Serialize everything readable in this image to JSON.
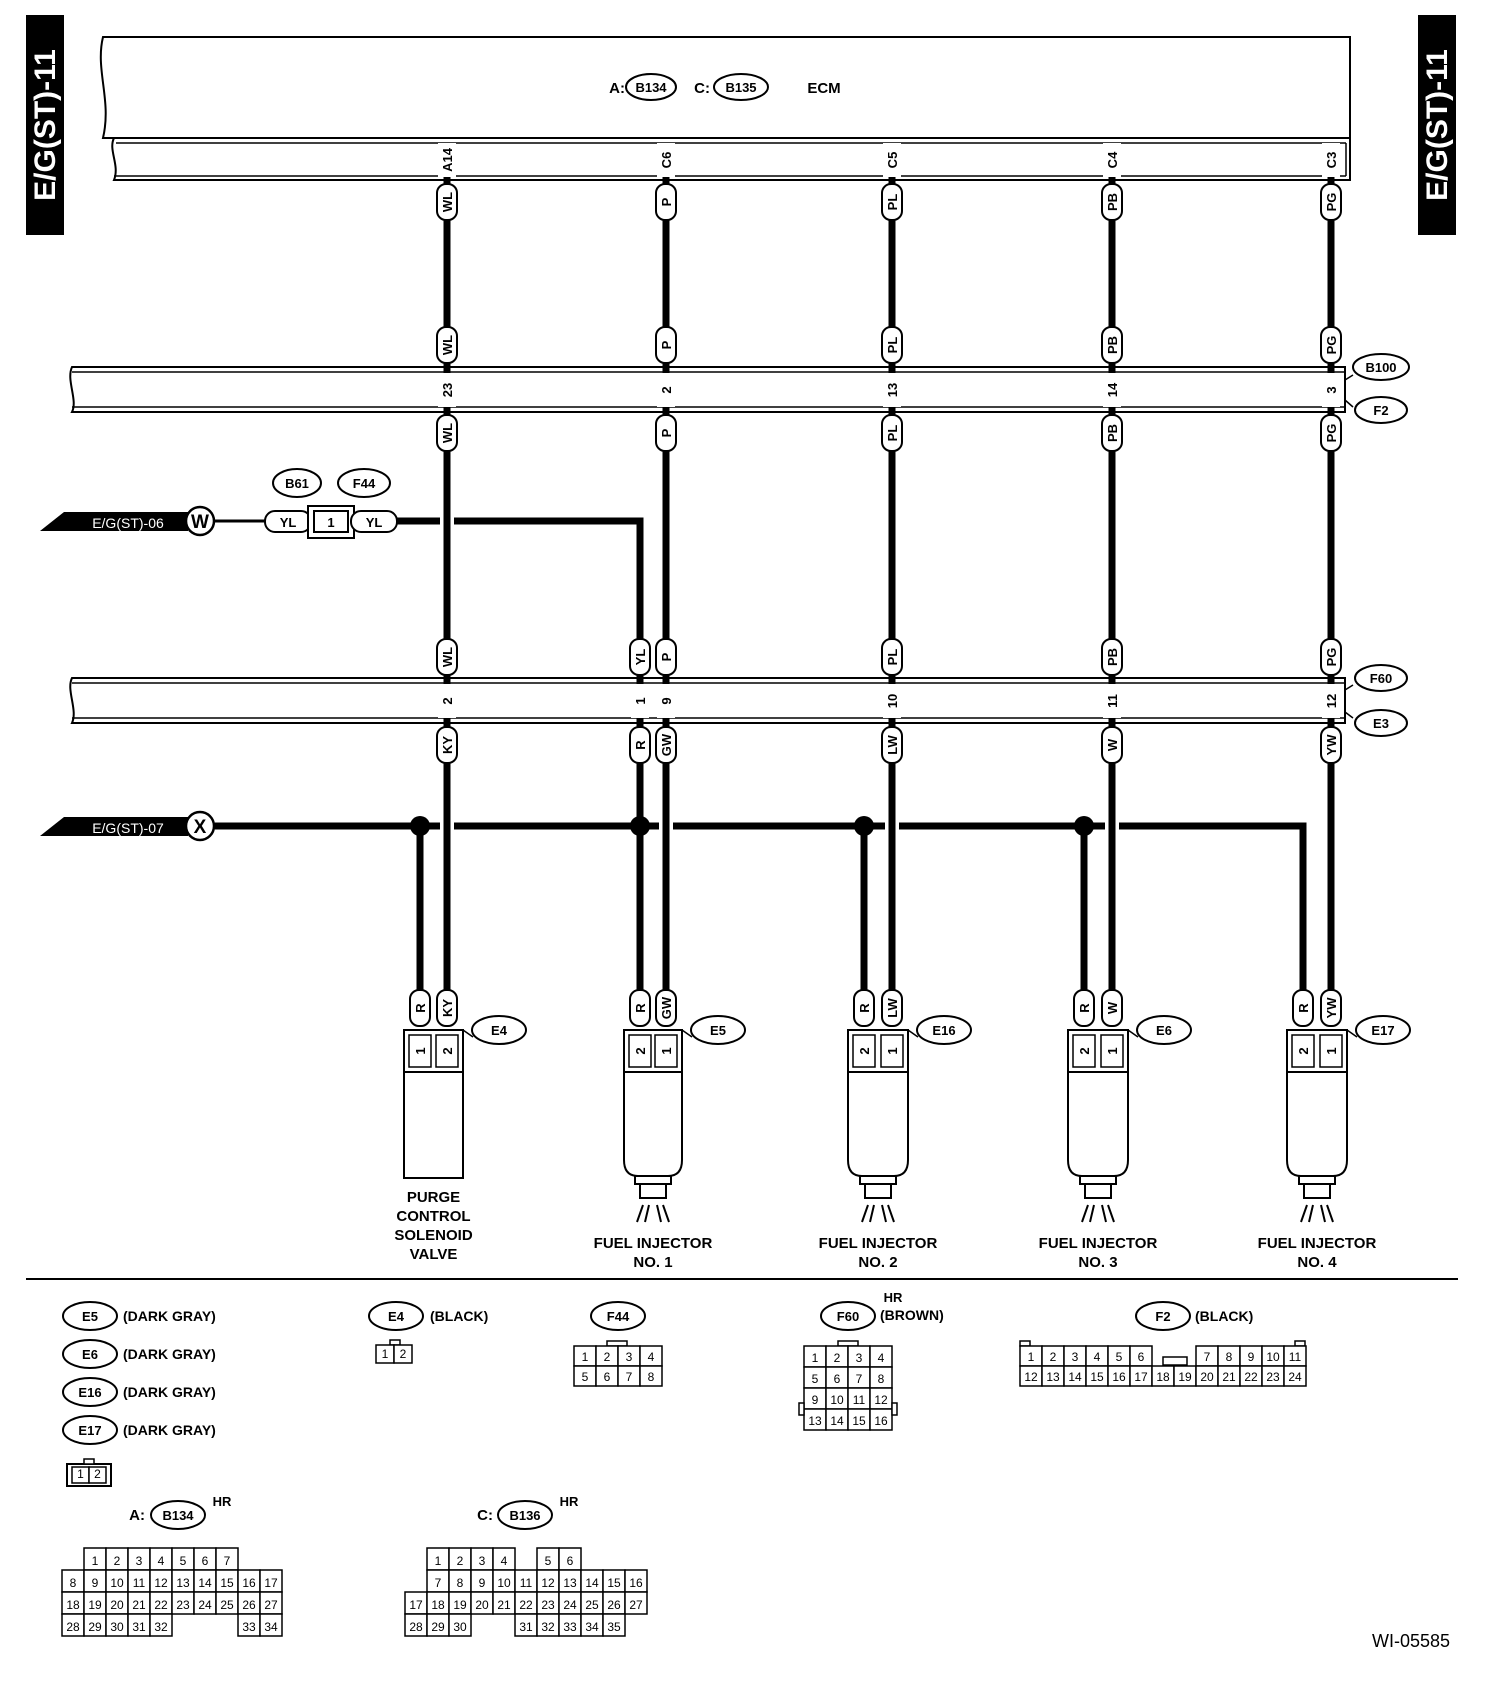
{
  "page": {
    "side_tab": "E/G(ST)-11",
    "figure_id": "WI-05585"
  },
  "ecm": {
    "label": "ECM",
    "conn_a_prefix": "A:",
    "conn_a": "B134",
    "conn_c_prefix": "C:",
    "conn_c": "B135"
  },
  "columns": [
    {
      "id": "c1",
      "ecm_pin": "A14",
      "ecm_wire": "WL",
      "b100_wire": "WL",
      "b100_pin": "23",
      "f2_wire": "WL",
      "f60_wire": "WL",
      "f60_pin": "2",
      "e3_wire": "KY"
    },
    {
      "id": "c2",
      "ecm_pin": "C6",
      "ecm_wire": "P",
      "b100_wire": "P",
      "b100_pin": "2",
      "f2_wire": "P",
      "f60_wire": "P",
      "f60_pin": "9",
      "e3_wire": "GW"
    },
    {
      "id": "c3",
      "ecm_pin": "C5",
      "ecm_wire": "PL",
      "b100_wire": "PL",
      "b100_pin": "13",
      "f2_wire": "PL",
      "f60_wire": "PL",
      "f60_pin": "10",
      "e3_wire": "LW"
    },
    {
      "id": "c4",
      "ecm_pin": "C4",
      "ecm_wire": "PB",
      "b100_wire": "PB",
      "b100_pin": "14",
      "f2_wire": "PB",
      "f60_wire": "PB",
      "f60_pin": "11",
      "e3_wire": "W"
    },
    {
      "id": "c5",
      "ecm_pin": "C3",
      "ecm_wire": "PG",
      "b100_wire": "PG",
      "b100_pin": "3",
      "f2_wire": "PG",
      "f60_wire": "PG",
      "f60_pin": "12",
      "e3_wire": "YW"
    }
  ],
  "yl_column": {
    "f60_wire": "YL",
    "f60_pin": "1",
    "e3_wire": "R"
  },
  "connector_tags": {
    "b100": "B100",
    "f2": "F2",
    "f60": "F60",
    "e3": "E3",
    "b61": "B61",
    "f44": "F44"
  },
  "ref_w": {
    "text": "E/G(ST)-06",
    "symbol": "W"
  },
  "ref_x": {
    "text": "E/G(ST)-07",
    "symbol": "X"
  },
  "splice": {
    "left_wire": "YL",
    "pin": "1",
    "right_wire": "YL"
  },
  "components": [
    {
      "id": "e4",
      "conn": "E4",
      "ground_wire": "R",
      "signal_wire": "KY",
      "ground_pin": "1",
      "signal_pin": "2",
      "name_lines": [
        "PURGE",
        "CONTROL",
        "SOLENOID",
        "VALVE"
      ]
    },
    {
      "id": "e5",
      "conn": "E5",
      "ground_wire": "R",
      "signal_wire": "GW",
      "ground_pin": "2",
      "signal_pin": "1",
      "name_lines": [
        "FUEL INJECTOR",
        "NO. 1"
      ]
    },
    {
      "id": "e16",
      "conn": "E16",
      "ground_wire": "R",
      "signal_wire": "LW",
      "ground_pin": "2",
      "signal_pin": "1",
      "name_lines": [
        "FUEL INJECTOR",
        "NO. 2"
      ]
    },
    {
      "id": "e6",
      "conn": "E6",
      "ground_wire": "R",
      "signal_wire": "W",
      "ground_pin": "2",
      "signal_pin": "1",
      "name_lines": [
        "FUEL INJECTOR",
        "NO. 3"
      ]
    },
    {
      "id": "e17",
      "conn": "E17",
      "ground_wire": "R",
      "signal_wire": "YW",
      "ground_pin": "2",
      "signal_pin": "1",
      "name_lines": [
        "FUEL INJECTOR",
        "NO. 4"
      ]
    }
  ],
  "legend": {
    "dark_gray_group": [
      {
        "conn": "E5",
        "color": "(DARK GRAY)"
      },
      {
        "conn": "E6",
        "color": "(DARK GRAY)"
      },
      {
        "conn": "E16",
        "color": "(DARK GRAY)"
      },
      {
        "conn": "E17",
        "color": "(DARK GRAY)"
      }
    ],
    "dark_gray_pins": [
      [
        "1",
        "2"
      ]
    ],
    "e4": {
      "conn": "E4",
      "color": "(BLACK)",
      "pins": [
        [
          "1",
          "2"
        ]
      ]
    },
    "f44": {
      "conn": "F44",
      "pins": [
        [
          "1",
          "2",
          "3",
          "4"
        ],
        [
          "5",
          "6",
          "7",
          "8"
        ]
      ]
    },
    "f60": {
      "conn": "F60",
      "superscript": "HR",
      "color": "(BROWN)",
      "pins": [
        [
          "1",
          "2",
          "3",
          "4"
        ],
        [
          "5",
          "6",
          "7",
          "8"
        ],
        [
          "9",
          "10",
          "11",
          "12"
        ],
        [
          "13",
          "14",
          "15",
          "16"
        ]
      ]
    },
    "f2": {
      "conn": "F2",
      "color": "(BLACK)",
      "pins": [
        [
          "1",
          "2",
          "3",
          "4",
          "5",
          "6",
          "",
          "",
          "7",
          "8",
          "9",
          "10",
          "11"
        ],
        [
          "12",
          "13",
          "14",
          "15",
          "16",
          "17",
          "18",
          "19",
          "20",
          "21",
          "22",
          "23",
          "24"
        ]
      ]
    },
    "b134": {
      "prefix": "A:",
      "conn": "B134",
      "superscript": "HR",
      "pins": [
        [
          "1",
          "2",
          "3",
          "4",
          "5",
          "6",
          "7"
        ],
        [
          "8",
          "9",
          "10",
          "11",
          "12",
          "13",
          "14",
          "15",
          "16",
          "17"
        ],
        [
          "18",
          "19",
          "20",
          "21",
          "22",
          "23",
          "24",
          "25",
          "26",
          "27"
        ],
        [
          "28",
          "29",
          "30",
          "31",
          "32",
          "",
          "",
          "",
          "33",
          "34"
        ]
      ]
    },
    "b136": {
      "prefix": "C:",
      "conn": "B136",
      "superscript": "HR",
      "pins": [
        [
          "1",
          "2",
          "3",
          "4",
          "",
          "5",
          "6"
        ],
        [
          "7",
          "8",
          "9",
          "10",
          "11",
          "12",
          "13",
          "14",
          "15",
          "16"
        ],
        [
          "17",
          "18",
          "19",
          "20",
          "21",
          "22",
          "23",
          "24",
          "25",
          "26",
          "27"
        ],
        [
          "28",
          "29",
          "30",
          "",
          "",
          "31",
          "32",
          "33",
          "34",
          "35"
        ]
      ]
    }
  }
}
